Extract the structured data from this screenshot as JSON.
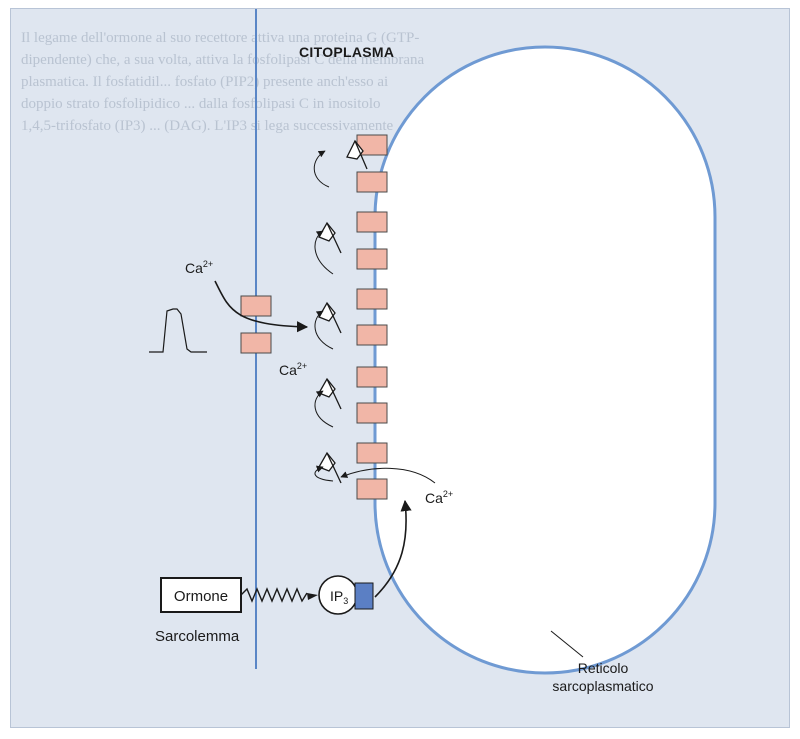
{
  "labels": {
    "cytoplasm": "CITOPLASMA",
    "calcium": "Ca",
    "calcium_charge": "2+",
    "hormone": "Ormone",
    "ip3": "IP",
    "ip3_sub": "3",
    "sarcolemma": "Sarcolemma",
    "sr_line1": "Reticolo",
    "sr_line2": "sarcoplasmatico"
  },
  "background_text": "Il legame dell'ormone al suo recettore attiva una proteina G (GTP-\ndipendente) che, a sua volta, attiva la fosfolipasi C della membrana\nplasmatica. Il fosfatidil... fosfato (PIP2) presente anch'esso ai\ndoppio strato fosfolipidico ... dalla fosfolipasi C in inositolo\n1,4,5-trifosfato (IP3) ... (DAG). L'IP3 si lega successivamente",
  "colors": {
    "background": "#dfe6f0",
    "membrane": "#5a86c6",
    "reticulum_fill": "#ffffff",
    "reticulum_border": "#6f9ad3",
    "channel": "#f1b6a7",
    "receptor": "#5b7fc4"
  }
}
